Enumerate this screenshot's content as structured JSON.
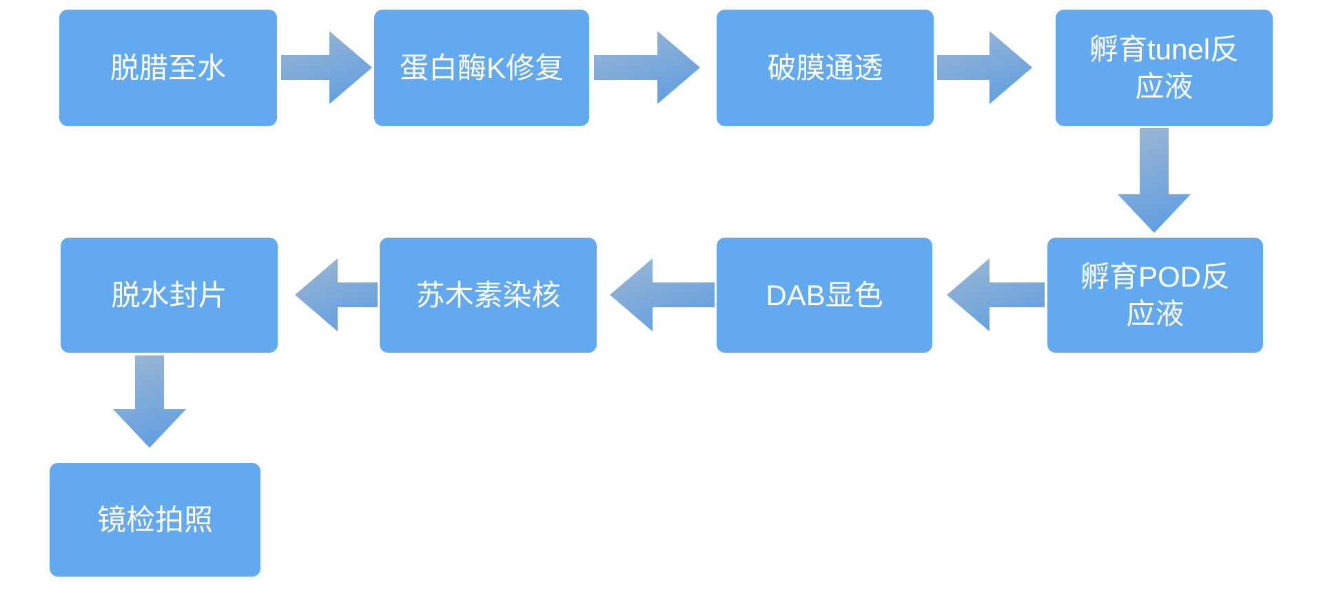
{
  "colors": {
    "node_fill": "#63a9ef",
    "node_text": "#ffffff",
    "arrow_light": "#9db7d3",
    "arrow_dark": "#5b9ce2",
    "background": "#ffffff"
  },
  "nodes": [
    {
      "label": "脱腊至水"
    },
    {
      "label": "蛋白酶K修复"
    },
    {
      "label": "破膜通透"
    },
    {
      "label": "孵育tunel反\n应液"
    },
    {
      "label": "孵育POD反\n应液"
    },
    {
      "label": "DAB显色"
    },
    {
      "label": "苏木素染核"
    },
    {
      "label": "脱水封片"
    },
    {
      "label": "镜检拍照"
    }
  ],
  "edges": [
    {
      "from": "脱腊至水",
      "to": "蛋白酶K修复",
      "direction": "right"
    },
    {
      "from": "蛋白酶K修复",
      "to": "破膜通透",
      "direction": "right"
    },
    {
      "from": "破膜通透",
      "to": "孵育tunel反应液",
      "direction": "right"
    },
    {
      "from": "孵育tunel反应液",
      "to": "孵育POD反应液",
      "direction": "down"
    },
    {
      "from": "孵育POD反应液",
      "to": "DAB显色",
      "direction": "left"
    },
    {
      "from": "DAB显色",
      "to": "苏木素染核",
      "direction": "left"
    },
    {
      "from": "苏木素染核",
      "to": "脱水封片",
      "direction": "left"
    },
    {
      "from": "脱水封片",
      "to": "镜检拍照",
      "direction": "down"
    }
  ]
}
